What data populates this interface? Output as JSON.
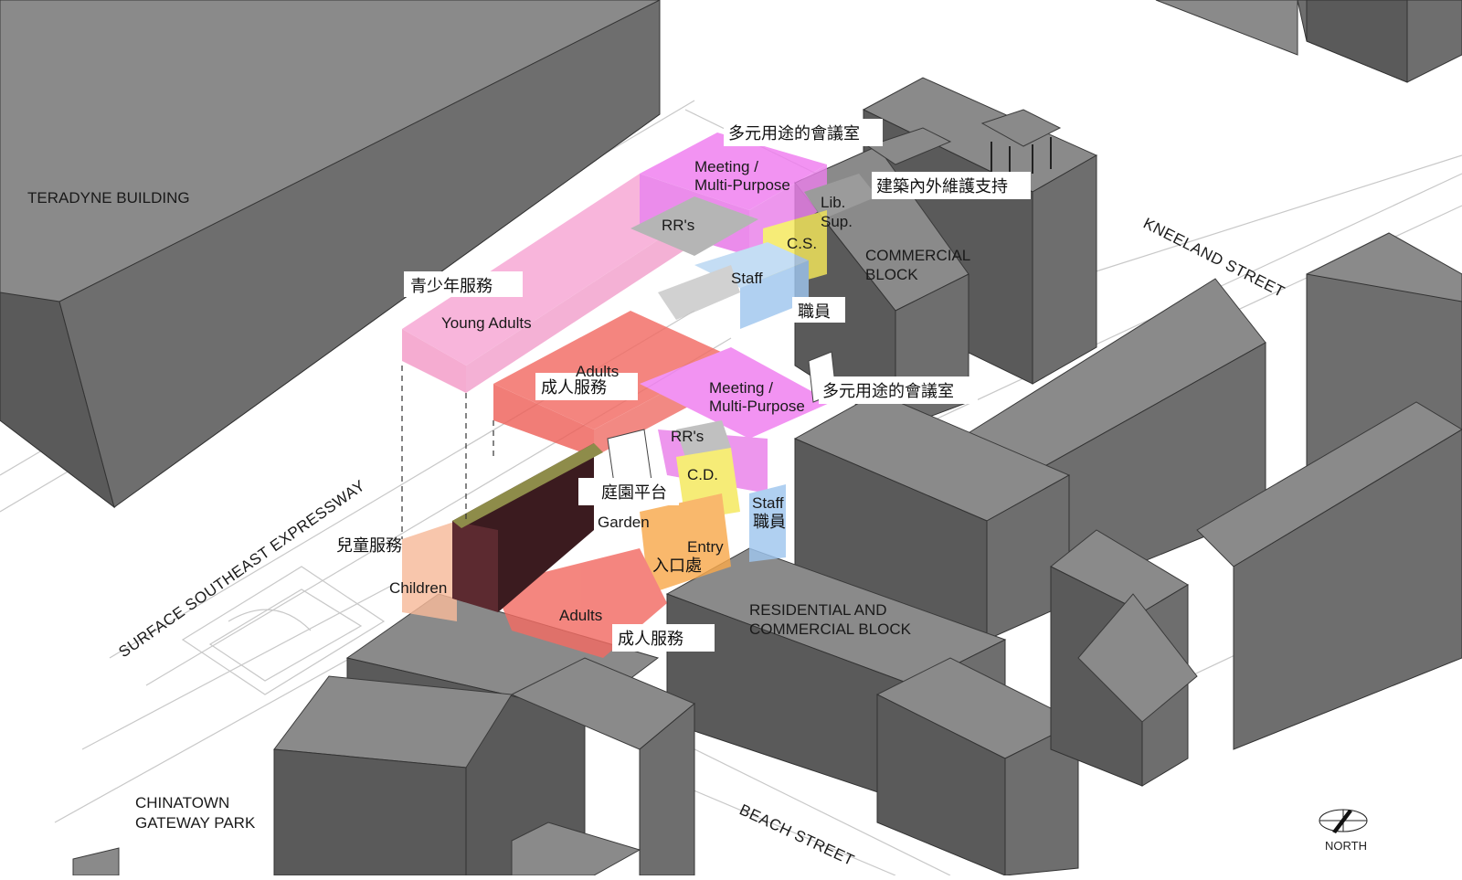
{
  "labels": {
    "teradyne": "TERADYNE BUILDING",
    "commercial": [
      "COMMERCIAL",
      "BLOCK"
    ],
    "residential": [
      "RESIDENTIAL AND",
      "COMMERCIAL BLOCK"
    ],
    "park": [
      "CHINATOWN",
      "GATEWAY PARK"
    ],
    "kneeland": "KNEELAND STREET",
    "expressway": "SURFACE SOUTHEAST EXPRESSWAY",
    "beach": "BEACH STREET",
    "north": "NORTH"
  },
  "programs": {
    "meeting_top_cn": "多元用途的會議室",
    "meeting_top": [
      "Meeting /",
      "Multi-Purpose"
    ],
    "maintenance_cn": "建築內外維護支持",
    "lib_sup": [
      "Lib.",
      "Sup."
    ],
    "rr_top": "RR's",
    "cs": "C.S.",
    "staff_top": "Staff",
    "staff_top_cn": "職員",
    "youth_cn": "青少年服務",
    "young_adults": "Young Adults",
    "adults_top": "Adults",
    "adults_top_cn": "成人服務",
    "meeting_mid": [
      "Meeting /",
      "Multi-Purpose"
    ],
    "meeting_mid_cn": "多元用途的會議室",
    "rr_mid": "RR's",
    "cd": "C.D.",
    "garden_cn": "庭園平台",
    "garden": "Garden",
    "staff_mid": "Staff",
    "staff_mid_cn": "職員",
    "children_cn": "兒童服務",
    "children": "Children",
    "entry": "Entry",
    "entry_cn": "入口處",
    "adults_low": "Adults",
    "adults_low_cn": "成人服務"
  },
  "colors": {
    "meeting": "#f07cf0",
    "youth": "#f7a6d4",
    "adults": "#f26b63",
    "children": "#f7b99a",
    "entry": "#f8a94d",
    "cs": "#f5e85a",
    "staff": "#9fc6ef",
    "rest": "#bfbfbf",
    "garden": "#8e8c4a",
    "wall": "#3b1b1f"
  }
}
